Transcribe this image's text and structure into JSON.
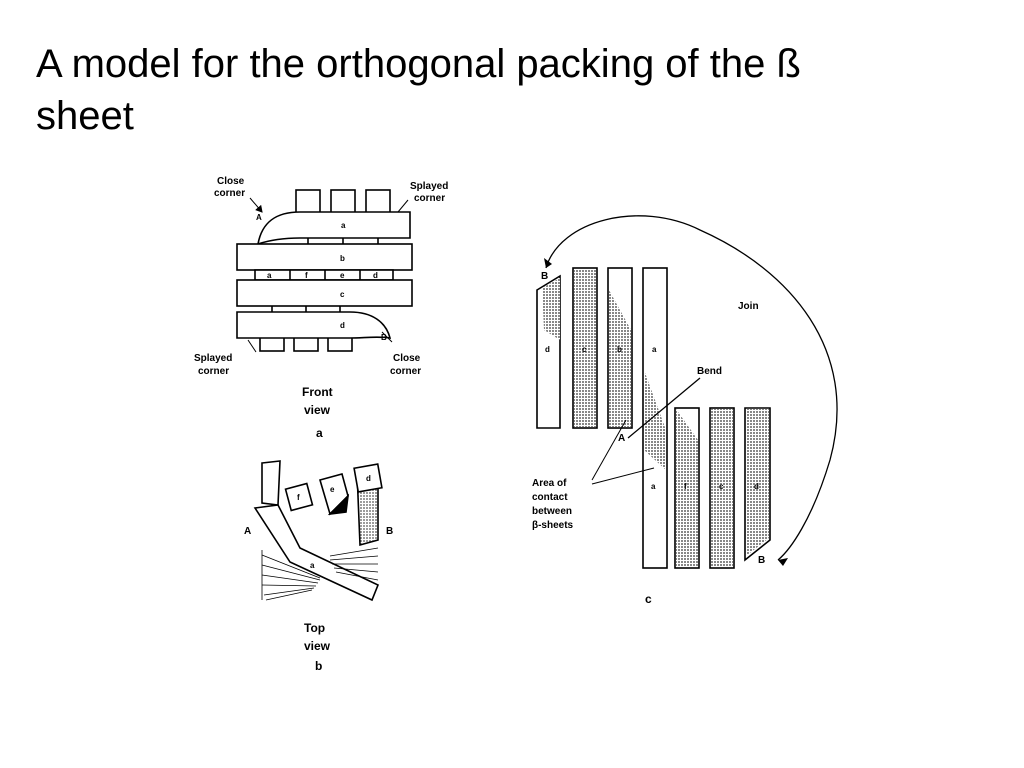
{
  "slide": {
    "title_line1": "A model for the orthogonal packing of the ß",
    "title_line2": "sheet"
  },
  "panel_a": {
    "close_corner_top_1": "Close",
    "close_corner_top_2": "corner",
    "close_corner_top_point": "A",
    "splayed_corner_top_1": "Splayed",
    "splayed_corner_top_2": "corner",
    "strand_a": "a",
    "strand_b": "b",
    "strand_c": "c",
    "strand_d": "d",
    "row_labels": [
      "a",
      "f",
      "e",
      "d"
    ],
    "splayed_corner_bottom_1": "Splayed",
    "splayed_corner_bottom_2": "corner",
    "close_corner_bottom_point": "B",
    "close_corner_bottom_1": "Close",
    "close_corner_bottom_2": "corner",
    "view_1": "Front",
    "view_2": "view",
    "letter": "a"
  },
  "panel_b": {
    "point_a": "A",
    "point_b": "B",
    "strand_f": "f",
    "strand_e": "e",
    "strand_d": "d",
    "strand_a": "a",
    "view_1": "Top",
    "view_2": "view",
    "letter": "b"
  },
  "panel_c": {
    "b_top": "B",
    "join": "Join",
    "bend": "Bend",
    "point_a": "A",
    "b_bottom": "B",
    "upper_strands": [
      "d",
      "c",
      "b",
      "a"
    ],
    "lower_strands": [
      "a",
      "f",
      "c",
      "d"
    ],
    "area_1": "Area  of",
    "area_2": "contact",
    "area_3": "between",
    "area_4": "β-sheets",
    "letter": "c"
  }
}
